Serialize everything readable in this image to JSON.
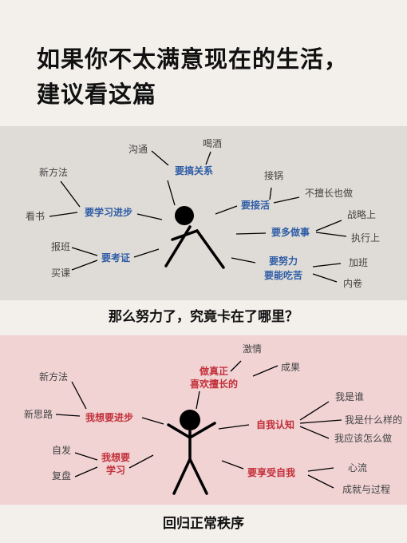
{
  "title": {
    "line1": "如果你不太满意现在的生活，",
    "line2": "建议看这篇"
  },
  "colors": {
    "blue": "#2f5da6",
    "red": "#c3303a",
    "gray": "#444444",
    "panel_gray": "#dfdcd7",
    "panel_pink": "#f1d3d4"
  },
  "section1": {
    "branches": {
      "relations": "要搞关系",
      "relations_a": "沟通",
      "relations_b": "喝酒",
      "study": "要学习进步",
      "study_a": "新方法",
      "study_b": "看书",
      "take": "要接活",
      "take_a": "接锅",
      "take_b": "不擅长也做",
      "more": "要多做事",
      "more_a": "战略上",
      "more_b": "执行上",
      "cert": "要考证",
      "cert_a": "报班",
      "cert_b": "买课",
      "effort1": "要努力",
      "effort2": "要能吃苦",
      "effort_a": "加班",
      "effort_b": "内卷"
    },
    "caption": "那么努力了，究竟卡在了哪里？"
  },
  "section2": {
    "branches": {
      "strength1": "做真正",
      "strength2": "喜欢擅长的",
      "strength_a": "激情",
      "strength_b": "成果",
      "progress": "我想要进步",
      "progress_a": "新方法",
      "progress_b": "新思路",
      "self": "自我认知",
      "self_a": "我是谁",
      "self_b": "我是什么样的",
      "self_c": "我应该怎么做",
      "learn1": "我想要",
      "learn2": "学习",
      "learn_a": "自发",
      "learn_b": "复盘",
      "enjoy": "要享受自我",
      "enjoy_a": "心流",
      "enjoy_b": "成就与过程"
    },
    "caption": "回归正常秩序"
  }
}
